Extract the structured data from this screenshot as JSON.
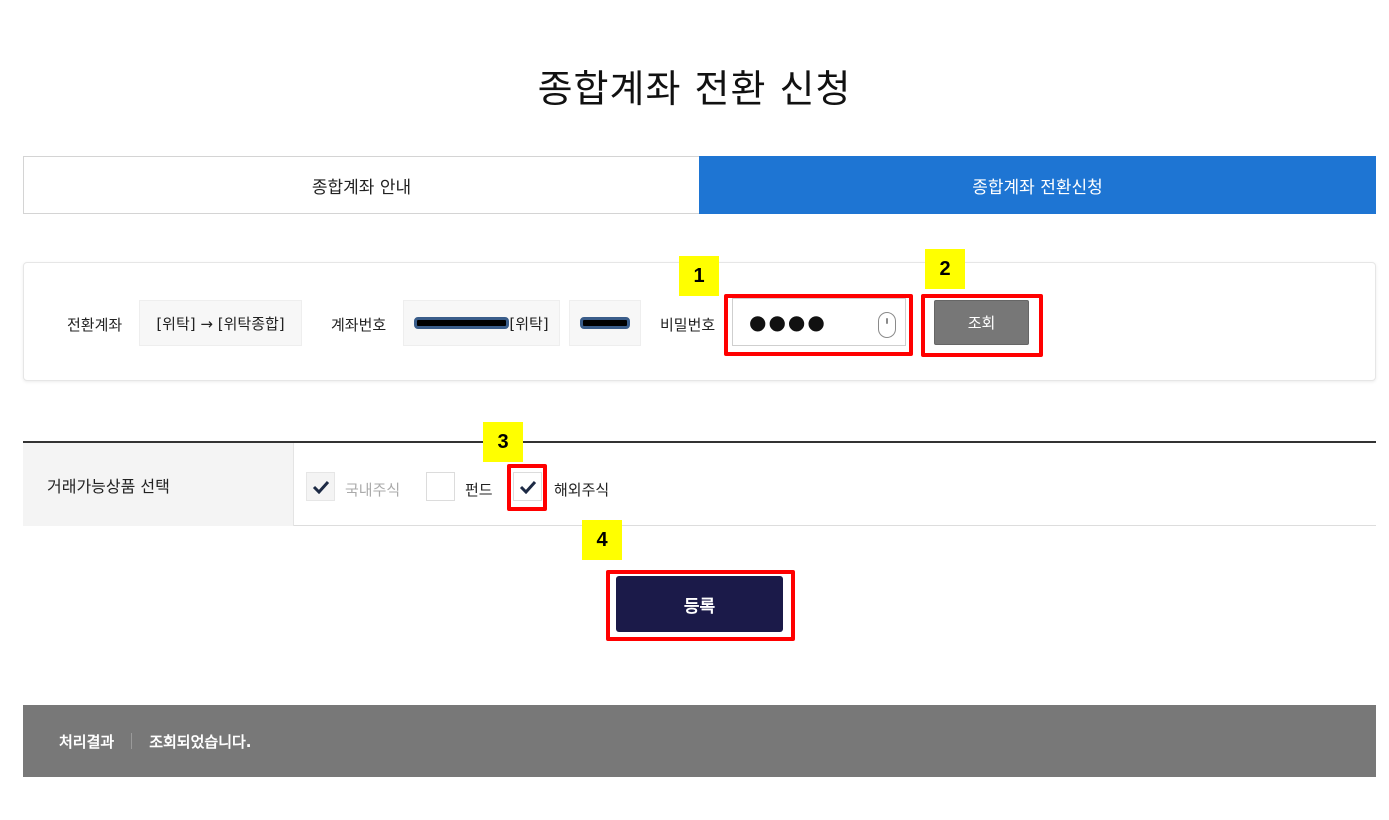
{
  "page": {
    "title": "종합계좌 전환 신청"
  },
  "tabs": [
    {
      "label": "종합계좌 안내",
      "active": false
    },
    {
      "label": "종합계좌 전환신청",
      "active": true
    }
  ],
  "account_form": {
    "conversion_label": "전환계좌",
    "conversion_value": "[위탁] → [위탁종합]",
    "account_number_label": "계좌번호",
    "account_number_value": "[redacted]",
    "account_number_suffix": "[위탁]",
    "account_extra_value": "[redacted]",
    "password_label": "비밀번호",
    "password_value": "●●●●",
    "password_icon": "mouse-icon",
    "lookup_button": "조회"
  },
  "product_selection": {
    "label": "거래가능상품 선택",
    "options": [
      {
        "label": "국내주식",
        "checked": true,
        "disabled": true
      },
      {
        "label": "펀드",
        "checked": false,
        "disabled": false
      },
      {
        "label": "해외주식",
        "checked": true,
        "disabled": false
      }
    ]
  },
  "register_button": "등록",
  "result": {
    "label": "처리결과",
    "message": "조회되었습니다."
  },
  "annotations": [
    "1",
    "2",
    "3",
    "4"
  ],
  "colors": {
    "tab_active": "#1e75d3",
    "lookup_button": "#777777",
    "register_button": "#1b1a49",
    "result_bar": "#787878",
    "annotation_marker": "#ffff00",
    "annotation_box": "#ff0000"
  }
}
